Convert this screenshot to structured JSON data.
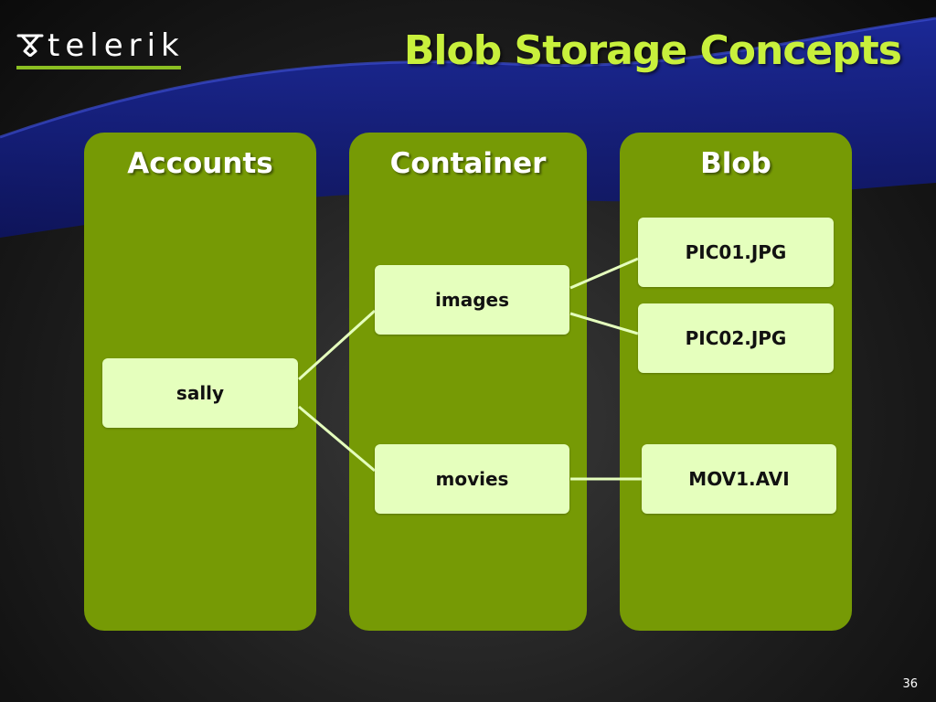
{
  "logo": {
    "text": "telerik"
  },
  "title": "Blob Storage Concepts",
  "columns": {
    "accounts": {
      "heading": "Accounts",
      "items": [
        "sally"
      ]
    },
    "container": {
      "heading": "Container",
      "items": [
        "images",
        "movies"
      ]
    },
    "blob": {
      "heading": "Blob",
      "items": [
        "PIC01.JPG",
        "PIC02.JPG",
        "MOV1.AVI"
      ]
    }
  },
  "connections": [
    [
      "sally",
      "images"
    ],
    [
      "sally",
      "movies"
    ],
    [
      "images",
      "PIC01.JPG"
    ],
    [
      "images",
      "PIC02.JPG"
    ],
    [
      "movies",
      "MOV1.AVI"
    ]
  ],
  "slide_number": "36",
  "colors": {
    "title": "#c8f03c",
    "column_fill": "#769a05",
    "item_fill": "#e5ffbd",
    "connector": "#e5ffbd",
    "band": "#1c2a9e"
  }
}
